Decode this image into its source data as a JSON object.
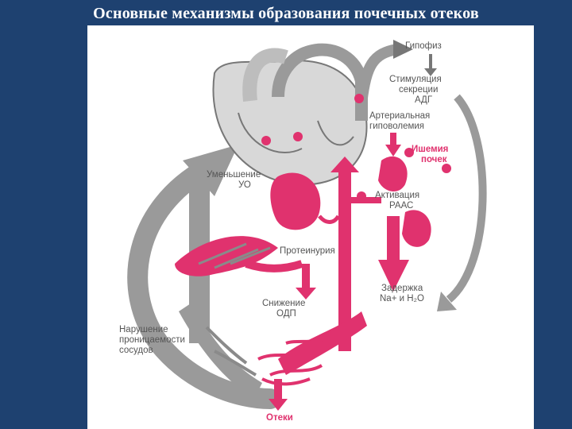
{
  "title": "Основные механизмы образования почечных отеков",
  "labels": {
    "pituitary": "Гипофиз",
    "adh_1": "Стимуляция",
    "adh_2": "секреции",
    "adh_3": "АДГ",
    "hypovolemia_1": "Артериальная",
    "hypovolemia_2": "гиповолемия",
    "ischemia_1": "Ишемия",
    "ischemia_2": "почек",
    "raas_1": "Активация",
    "raas_2": "РААС",
    "stroke_volume_1": "Уменьшение",
    "stroke_volume_2": "УО",
    "proteinuria": "Протеинурия",
    "retention_1": "Задержка",
    "retention_2": "Na+ и H₂O",
    "odp_1": "Снижение",
    "odp_2": "ОДП",
    "permeability_1": "Нарушение",
    "permeability_2": "проницаемости",
    "permeability_3": "сосудов",
    "edema": "Отеки"
  },
  "colors": {
    "background": "#1e4170",
    "panel": "#ffffff",
    "pink": "#e0326e",
    "gray": "#8a8a8a",
    "text": "#555555"
  }
}
